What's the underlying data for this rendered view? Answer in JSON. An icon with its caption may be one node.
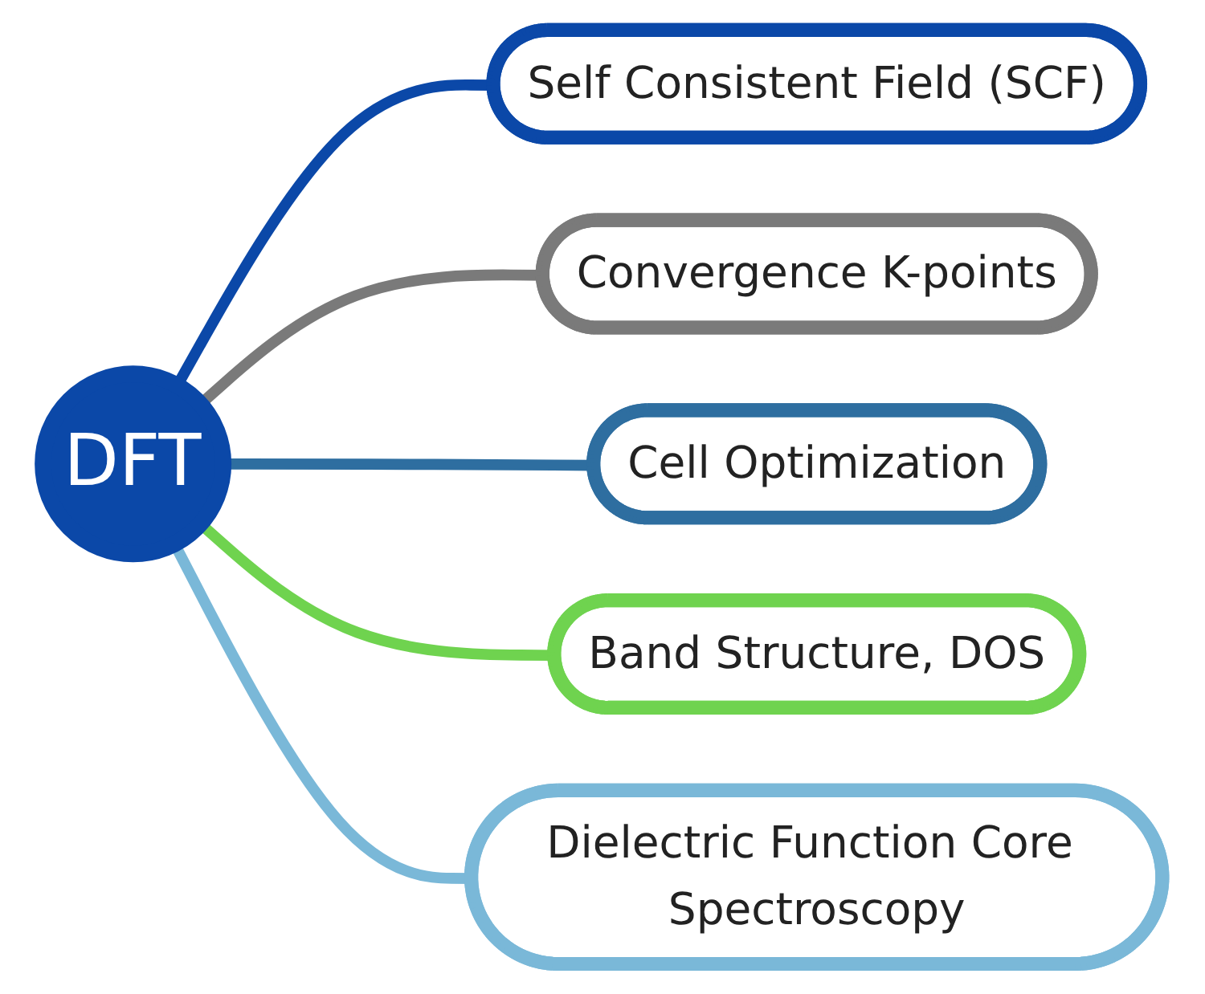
{
  "diagram": {
    "nodes": [
      {
        "text": [
          "DFT"
        ]
      },
      {
        "text": [
          "Self Consistent Field (SCF)"
        ]
      },
      {
        "text": [
          "Convergence K-points"
        ]
      },
      {
        "text": [
          "Cell Optimization"
        ]
      },
      {
        "text": [
          "Band Structure, DOS"
        ]
      },
      {
        "text": [
          "Dielectric Function Core Spectroscopy"
        ]
      }
    ],
    "edges": [
      {
        "from": 0,
        "to": 1,
        "arrow": "none",
        "color": "#0b48a8"
      },
      {
        "from": 0,
        "to": 2,
        "arrow": "none",
        "color": "#7a7a7a"
      },
      {
        "from": 0,
        "to": 3,
        "arrow": "none",
        "color": "#2e6ea0"
      },
      {
        "from": 0,
        "to": 4,
        "arrow": "none",
        "color": "#6fd34f"
      },
      {
        "from": 0,
        "to": 5,
        "arrow": "none",
        "color": "#7ab8d8"
      }
    ]
  }
}
